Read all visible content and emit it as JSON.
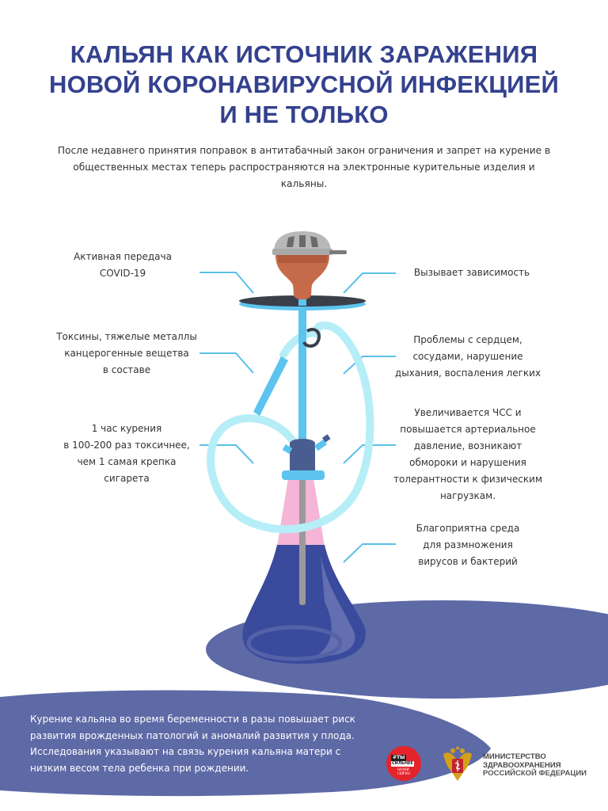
{
  "header": {
    "title_lines": [
      "КАЛЬЯН КАК ИСТОЧНИК ЗАРАЖЕНИЯ",
      "НОВОЙ КОРОНАВИРУСНОЙ ИНФЕКЦИЕЙ",
      "И НЕ ТОЛЬКО"
    ],
    "intro_lines": [
      "После недавнего принятия поправок в антитабачный закон ограничения и запрет на курение в",
      "общественных местах теперь распространяются на электронные курительные изделия и",
      "кальяны."
    ]
  },
  "callouts": {
    "left": [
      {
        "lines": [
          "Активная передача",
          "COVID-19"
        ]
      },
      {
        "lines": [
          "Токсины, тяжелые металлы",
          "канцерогенные вещетва",
          "в составе"
        ]
      },
      {
        "lines": [
          "1 час курения",
          "в 100-200 раз токсичнее,",
          "чем 1 самая крепка",
          "сигарета"
        ]
      }
    ],
    "right": [
      {
        "lines": [
          "Вызывает зависимость"
        ]
      },
      {
        "lines": [
          "Проблемы с сердцем,",
          "сосудами, нарушение",
          "дыхания, воспаления легких"
        ]
      },
      {
        "lines": [
          "Увеличивается ЧСС и",
          "повышается артериальное",
          "давление, возникают",
          "обмороки и нарушения",
          "толерантности к физическим",
          "нагрузкам."
        ]
      },
      {
        "lines": [
          "Благоприятна среда",
          "для размножения",
          "вирусов и бактерий"
        ]
      }
    ]
  },
  "footer": {
    "pregnancy_lines": [
      "Курение кальяна во время беременности в разы повышает риск",
      "развития врожденных патологий и аномалий развития у плода.",
      "Исследования указывают на связь курения кальяна матери с",
      "низким весом тела ребенка при рождении."
    ],
    "campaign_logo": {
      "hashtag": "#ТЫ",
      "line1": "СИЛЬНЕЕ",
      "line2": "НАЧНИ СЕЙЧАС"
    },
    "ministry_lines": [
      "МИНИСТЕРСТВО",
      "ЗДРАВООХРАНЕНИЯ",
      "РОССИЙСКОЙ ФЕДЕРАЦИИ"
    ]
  },
  "colors": {
    "title": "#34418e",
    "accent_line": "#5bc0e8",
    "hose": "#b6eef7",
    "stem": "#5cc4ee",
    "vase_dark": "#3a4a9c",
    "vase_pink": "#f5b5d6",
    "floor": "#5e6aa6",
    "bowl": "#c66b4a",
    "logo_red": "#e3242b"
  }
}
